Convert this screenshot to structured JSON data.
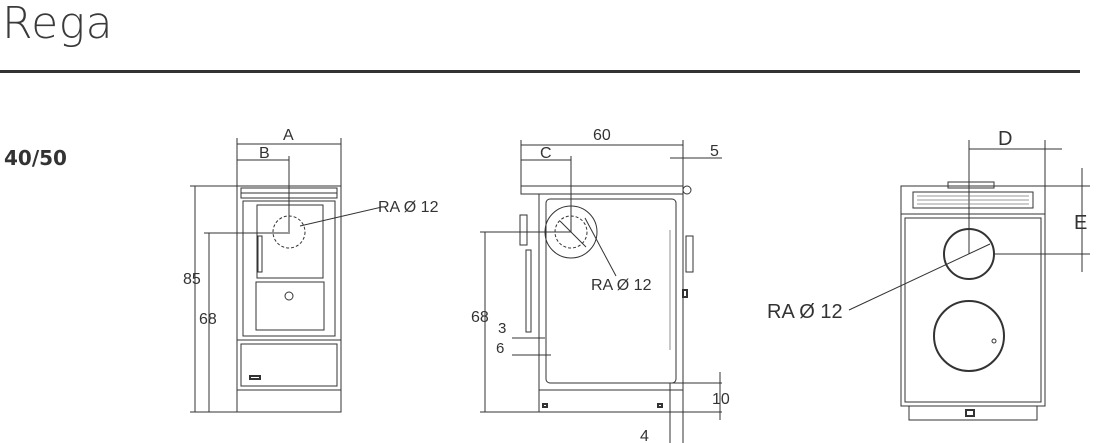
{
  "header": {
    "title": "Rega",
    "model": "40/50"
  },
  "front_view": {
    "label_a": "A",
    "label_b": "B",
    "dim_85": "85",
    "dim_68": "68",
    "ra": "RA Ø 12"
  },
  "side_view": {
    "dim_60": "60",
    "label_c": "C",
    "dim_5": "5",
    "ra": "RA Ø 12",
    "dim_68": "68",
    "dim_3": "3",
    "dim_6": "6",
    "dim_10": "10",
    "dim_4": "4"
  },
  "top_view": {
    "label_d": "D",
    "label_e": "E",
    "ra": "RA Ø 12"
  }
}
